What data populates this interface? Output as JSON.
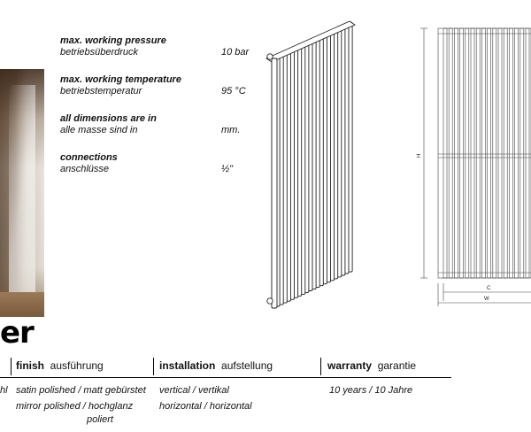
{
  "brand_fragment": "er",
  "specs": [
    {
      "label_en": "max. working pressure",
      "label_de": "betriebsüberdruck",
      "value": "10 bar"
    },
    {
      "label_en": "max. working temperature",
      "label_de": "betriebstemperatur",
      "value": "95 °C"
    },
    {
      "label_en": "all dimensions are in",
      "label_de": "alle masse sind in",
      "value": "mm."
    },
    {
      "label_en": "connections",
      "label_de": "anschlüsse",
      "value": "½\""
    }
  ],
  "dimension_labels": {
    "height": "H",
    "inner_width": "C",
    "width": "W"
  },
  "table": {
    "headers": [
      {
        "title": "finish",
        "subtitle": "ausführung"
      },
      {
        "title": "installation",
        "subtitle": "aufstellung"
      },
      {
        "title": "warranty",
        "subtitle": "garantie"
      }
    ],
    "fragment_left": "hl",
    "finish_lines": [
      "satin polished / matt gebürstet",
      "mirror polished / hochglanz",
      "poliert"
    ],
    "installation_lines": [
      "vertical / vertikal",
      "horizontal / horizontal"
    ],
    "warranty_lines": [
      "10 years / 10 Jahre"
    ]
  }
}
